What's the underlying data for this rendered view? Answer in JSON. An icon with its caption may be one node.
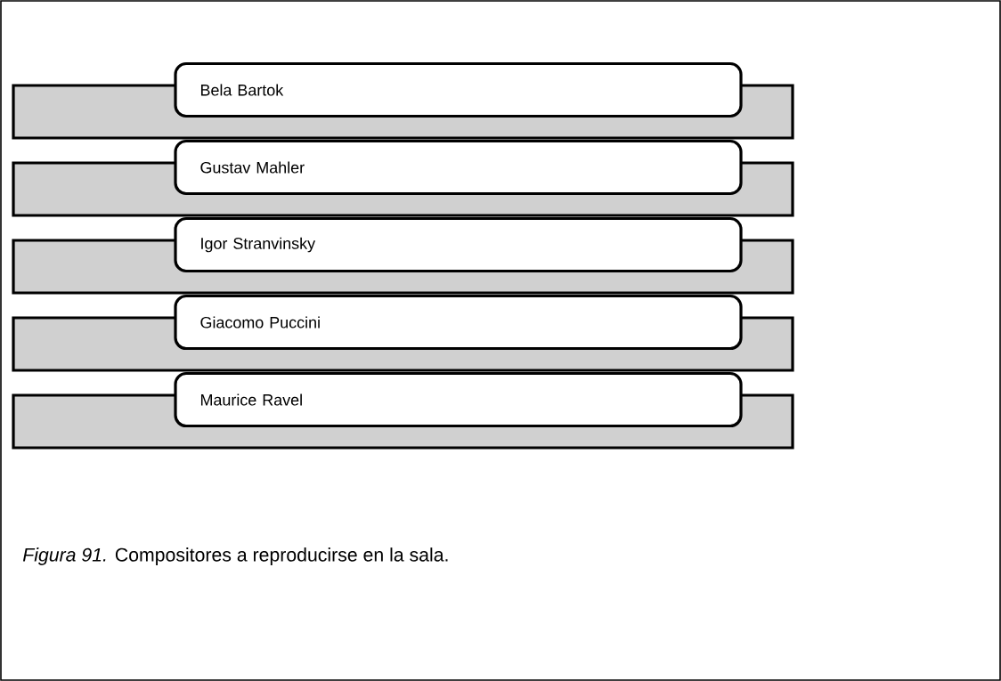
{
  "diagram": {
    "caption": "*Figura 91.* Compositores a reproducirse en la sala.",
    "nodes": [
      {
        "text": [],
        "shape": "bar"
      },
      {
        "text": [
          "Bela Bartok"
        ]
      },
      {
        "text": [],
        "shape": "bar"
      },
      {
        "text": [
          "Gustav Mahler"
        ]
      },
      {
        "text": [],
        "shape": "bar"
      },
      {
        "text": [
          "Igor Stranvinsky"
        ]
      },
      {
        "text": [],
        "shape": "bar"
      },
      {
        "text": [
          "Giacomo Puccini"
        ]
      },
      {
        "text": [],
        "shape": "bar"
      },
      {
        "text": [
          "Maurice Ravel"
        ]
      }
    ]
  }
}
